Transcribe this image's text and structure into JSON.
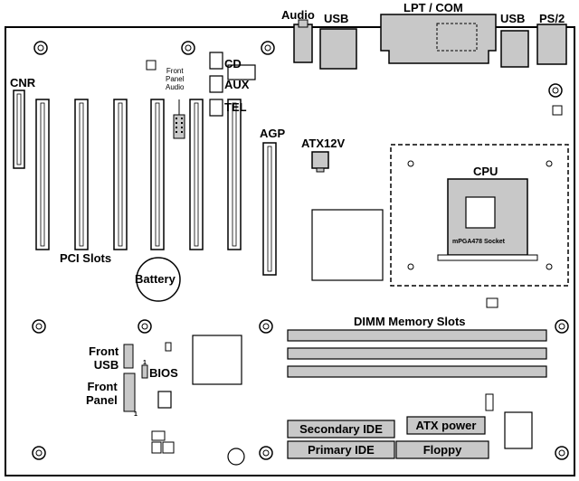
{
  "labels": {
    "audio": "Audio",
    "usb_top": "USB",
    "lpt_com": "LPT / COM",
    "usb_right": "USB",
    "ps2": "PS/2",
    "cnr": "CNR",
    "front_panel_audio": "Front\nPanel\nAudio",
    "cd": "CD",
    "aux": "AUX",
    "tel": "TEL",
    "agp": "AGP",
    "atx12v": "ATX12V",
    "cpu": "CPU",
    "socket": "mPGA478 Socket",
    "pci_slots": "PCI Slots",
    "battery": "Battery",
    "dimm": "DIMM Memory Slots",
    "front_usb": "Front\nUSB",
    "bios_pin": "1",
    "bios": "BIOS",
    "front_panel": "Front\nPanel",
    "front_panel_pin": "1",
    "secondary_ide": "Secondary IDE",
    "atx_power": "ATX power",
    "primary_ide": "Primary IDE",
    "floppy": "Floppy"
  },
  "colors": {
    "board_outline": "#000000",
    "connector_fill": "#c8c8c8",
    "label_box_fill": "#c8c8c8",
    "background": "#ffffff"
  }
}
